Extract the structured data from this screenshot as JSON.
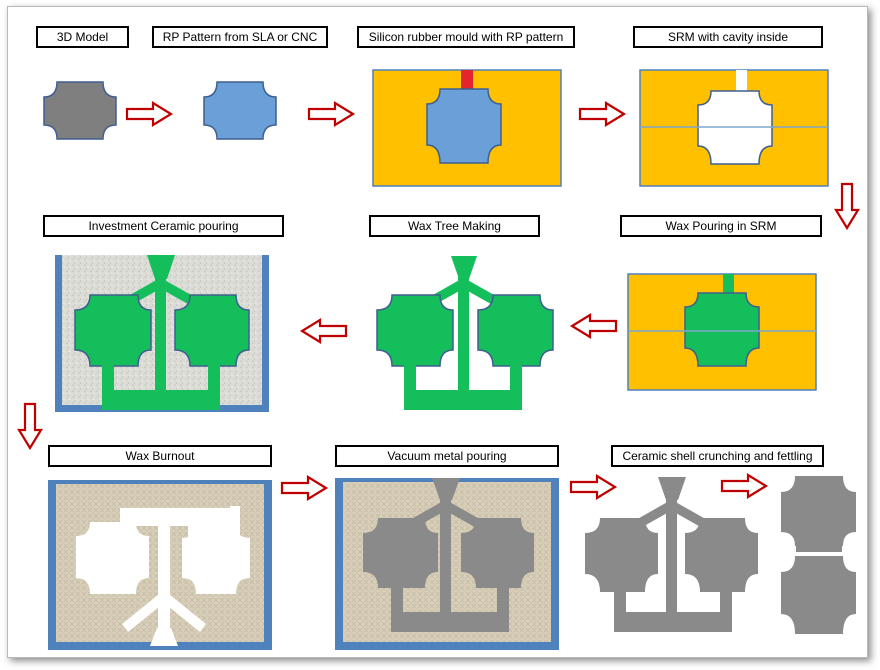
{
  "steps": {
    "s1": "3D Model",
    "s2": "RP Pattern from  SLA or CNC",
    "s3": "Silicon rubber mould with RP pattern",
    "s4": "SRM with cavity inside",
    "s5": "Wax Pouring in SRM",
    "s6": "Wax Tree Making",
    "s7": "Investment Ceramic pouring",
    "s8": "Wax Burnout",
    "s9": "Vacuum metal pouring",
    "s10": "Ceramic shell crunching and fettling"
  },
  "colors": {
    "model_gray": "#7f7f7f",
    "pattern_blue": "#6a9fd8",
    "mould_yellow": "#ffc000",
    "wax_green": "#14be5a",
    "arrow_red": "#c00000",
    "flask_blue": "#4f81bd",
    "ceramic": "#dcdcd6",
    "burnout": "#d8cfbb",
    "metal_gray": "#8a8a8a"
  }
}
